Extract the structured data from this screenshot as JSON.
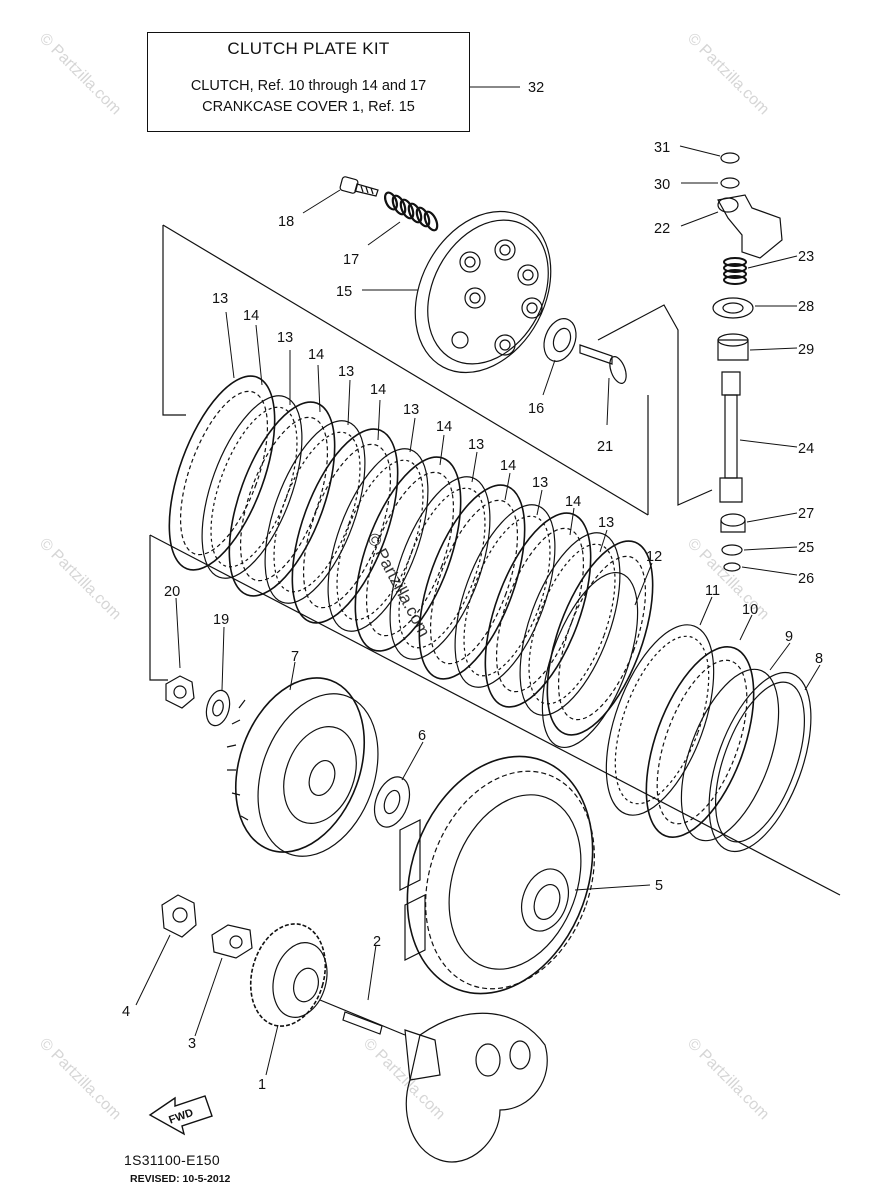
{
  "kit_box": {
    "title": "CLUTCH PLATE KIT",
    "line1": "CLUTCH, Ref. 10 through 14 and 17",
    "line2": "CRANKCASE COVER 1, Ref. 15"
  },
  "callouts": {
    "c1": "1",
    "c2": "2",
    "c3": "3",
    "c4": "4",
    "c5": "5",
    "c6": "6",
    "c7": "7",
    "c8": "8",
    "c9": "9",
    "c10": "10",
    "c11": "11",
    "c12": "12",
    "c13a": "13",
    "c13b": "13",
    "c13c": "13",
    "c13d": "13",
    "c13e": "13",
    "c13f": "13",
    "c13g": "13",
    "c14a": "14",
    "c14b": "14",
    "c14c": "14",
    "c14d": "14",
    "c14e": "14",
    "c14f": "14",
    "c15": "15",
    "c16": "16",
    "c17": "17",
    "c18": "18",
    "c19": "19",
    "c20": "20",
    "c21": "21",
    "c22": "22",
    "c23": "23",
    "c24": "24",
    "c25": "25",
    "c26": "26",
    "c27": "27",
    "c28": "28",
    "c29": "29",
    "c30": "30",
    "c31": "31",
    "c32": "32"
  },
  "fwd_label": "FWD",
  "diagram_code": "1S31100-E150",
  "revised": "REVISED: 10-5-2012",
  "watermark": "© Partzilla.com"
}
